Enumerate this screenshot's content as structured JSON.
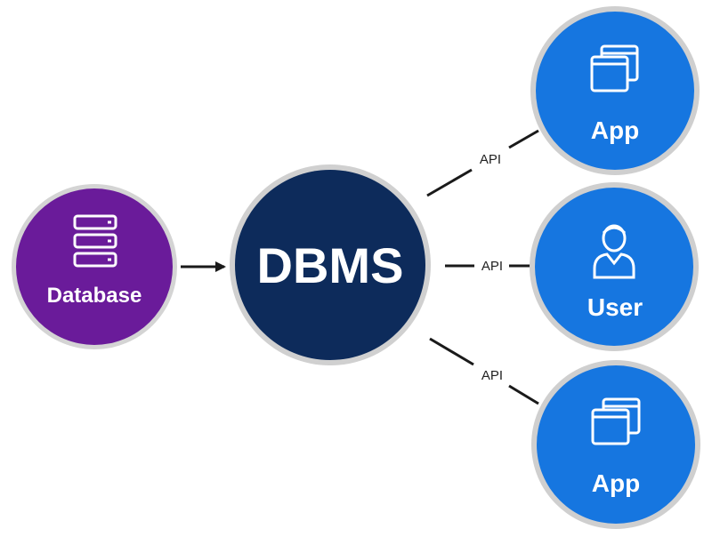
{
  "colors": {
    "background": "#ffffff",
    "database": "#6a1b9a",
    "dbms": "#0d2b5b",
    "client": "#1676e0",
    "ring": "#cfcfcf",
    "connector": "#1a1a1a"
  },
  "nodes": {
    "database": {
      "label": "Database",
      "icon": "server-stack-icon"
    },
    "dbms": {
      "label": "DBMS"
    },
    "app_top": {
      "label": "App",
      "icon": "app-windows-icon"
    },
    "user": {
      "label": "User",
      "icon": "user-icon"
    },
    "app_bottom": {
      "label": "App",
      "icon": "app-windows-icon"
    }
  },
  "connectors": {
    "api_top": "API",
    "api_middle": "API",
    "api_bottom": "API"
  }
}
